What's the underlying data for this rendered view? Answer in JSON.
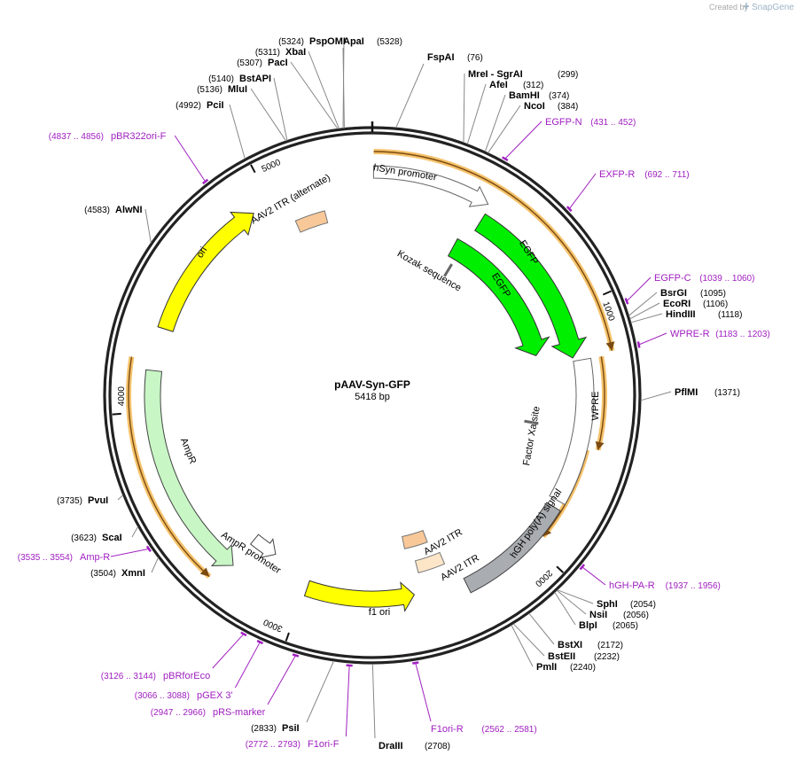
{
  "header": {
    "created_by": "Created by",
    "brand_name": "SnapGene"
  },
  "plasmid": {
    "name": "pAAV-Syn-GFP",
    "size": "5418 bp",
    "length": 5418
  },
  "colors": {
    "backbone": "#222222",
    "enzyme_line": "#888888",
    "primer": "#a020c0",
    "orf_highlight": "#f5c26b",
    "orf_line": "#7a4a10",
    "yellow": "#ffff00",
    "green": "#00ee00",
    "lightgreen": "#c8f7c5",
    "itr": "#f8c898",
    "itr_light": "#fde6c8",
    "grey": "#a9acb0",
    "white": "#ffffff"
  },
  "ticks": [
    "1000",
    "2000",
    "3000",
    "4000",
    "5000"
  ],
  "tick_positions": [
    1000,
    2000,
    3000,
    4000,
    5000
  ],
  "enzymes": [
    {
      "name": "PspOMI",
      "pos": "(5324)",
      "bp": 5324
    },
    {
      "name": "XbaI",
      "pos": "(5311)",
      "bp": 5311
    },
    {
      "name": "PacI",
      "pos": "(5307)",
      "bp": 5307
    },
    {
      "name": "BstAPI",
      "pos": "(5140)",
      "bp": 5140
    },
    {
      "name": "MluI",
      "pos": "(5136)",
      "bp": 5136
    },
    {
      "name": "PciI",
      "pos": "(4992)",
      "bp": 4992
    },
    {
      "name": "AlwNI",
      "pos": "(4583)",
      "bp": 4583
    },
    {
      "name": "PvuI",
      "pos": "(3735)",
      "bp": 3735
    },
    {
      "name": "ScaI",
      "pos": "(3623)",
      "bp": 3623
    },
    {
      "name": "XmnI",
      "pos": "(3504)",
      "bp": 3504
    },
    {
      "name": "ApaI",
      "pos": "(5328)",
      "bp": 5328
    },
    {
      "name": "FspAI",
      "pos": "(76)",
      "bp": 76
    },
    {
      "name": "MreI  - SgrAI",
      "pos": "(299)",
      "bp": 299
    },
    {
      "name": "AfeI",
      "pos": "(312)",
      "bp": 312
    },
    {
      "name": "BamHI",
      "pos": "(374)",
      "bp": 374
    },
    {
      "name": "NcoI",
      "pos": "(384)",
      "bp": 384
    },
    {
      "name": "BsrGI",
      "pos": "(1095)",
      "bp": 1095
    },
    {
      "name": "EcoRI",
      "pos": "(1106)",
      "bp": 1106
    },
    {
      "name": "HindIII",
      "pos": "(1118)",
      "bp": 1118
    },
    {
      "name": "PflMI",
      "pos": "(1371)",
      "bp": 1371
    },
    {
      "name": "SphI",
      "pos": "(2054)",
      "bp": 2054
    },
    {
      "name": "NsiI",
      "pos": "(2056)",
      "bp": 2056
    },
    {
      "name": "BlpI",
      "pos": "(2065)",
      "bp": 2065
    },
    {
      "name": "BstXI",
      "pos": "(2172)",
      "bp": 2172
    },
    {
      "name": "BstEII",
      "pos": "(2232)",
      "bp": 2232
    },
    {
      "name": "PmlI",
      "pos": "(2240)",
      "bp": 2240
    },
    {
      "name": "DraIII",
      "pos": "(2708)",
      "bp": 2708
    },
    {
      "name": "PsiI",
      "pos": "(2833)",
      "bp": 2833
    }
  ],
  "primers": [
    {
      "name": "pBR322ori-F",
      "range": "(4837 .. 4856)",
      "bp": 4846
    },
    {
      "name": "EGFP-N",
      "range": "(431 .. 452)",
      "bp": 441
    },
    {
      "name": "EXFP-R",
      "range": "(692 .. 711)",
      "bp": 701
    },
    {
      "name": "EGFP-C",
      "range": "(1039 .. 1060)",
      "bp": 1049
    },
    {
      "name": "WPRE-R",
      "range": "(1183 .. 1203)",
      "bp": 1193
    },
    {
      "name": "hGH-PA-R",
      "range": "(1937 .. 1956)",
      "bp": 1946
    },
    {
      "name": "F1ori-R",
      "range": "(2562 .. 2581)",
      "bp": 2571
    },
    {
      "name": "F1ori-F",
      "range": "(2772 .. 2793)",
      "bp": 2782
    },
    {
      "name": "pRS-marker",
      "range": "(2947 .. 2966)",
      "bp": 2956
    },
    {
      "name": "pGEX 3'",
      "range": "(3066 .. 3088)",
      "bp": 3077
    },
    {
      "name": "pBRforEco",
      "range": "(3126 .. 3144)",
      "bp": 3135
    },
    {
      "name": "Amp-R",
      "range": "(3535 .. 3554)",
      "bp": 3544
    }
  ],
  "features": [
    {
      "label": "hSyn promoter",
      "start": 5,
      "end": 470
    },
    {
      "label": "EGFP",
      "start": 480,
      "end": 1196
    },
    {
      "label": "EGFP",
      "start": 430,
      "end": 1150
    },
    {
      "label": "Kozak sequence",
      "start": 470,
      "end": 480
    },
    {
      "label": "WPRE",
      "start": 1210,
      "end": 1800
    },
    {
      "label": "Factor Xa site",
      "start": 1500,
      "end": 1512
    },
    {
      "label": "hGH poly(A) signal",
      "start": 1830,
      "end": 2310
    },
    {
      "label": "AAV2 ITR",
      "start": 2360,
      "end": 2490
    },
    {
      "label": "AAV2 ITR",
      "start": 2400,
      "end": 2530
    },
    {
      "label": "f1 ori",
      "start": 2530,
      "end": 2990
    },
    {
      "label": "AmpR promoter",
      "start": 3180,
      "end": 3300
    },
    {
      "label": "AmpR",
      "start": 3300,
      "end": 4160
    },
    {
      "label": "ori",
      "start": 4330,
      "end": 4920
    },
    {
      "label": "AAV2 ITR (alternate)",
      "start": 5060,
      "end": 5200
    }
  ],
  "orfs": [
    {
      "start": 5,
      "end": 1196
    },
    {
      "start": 1210,
      "end": 1560
    },
    {
      "start": 1570,
      "end": 1950
    },
    {
      "start": 3340,
      "end": 4200
    }
  ]
}
